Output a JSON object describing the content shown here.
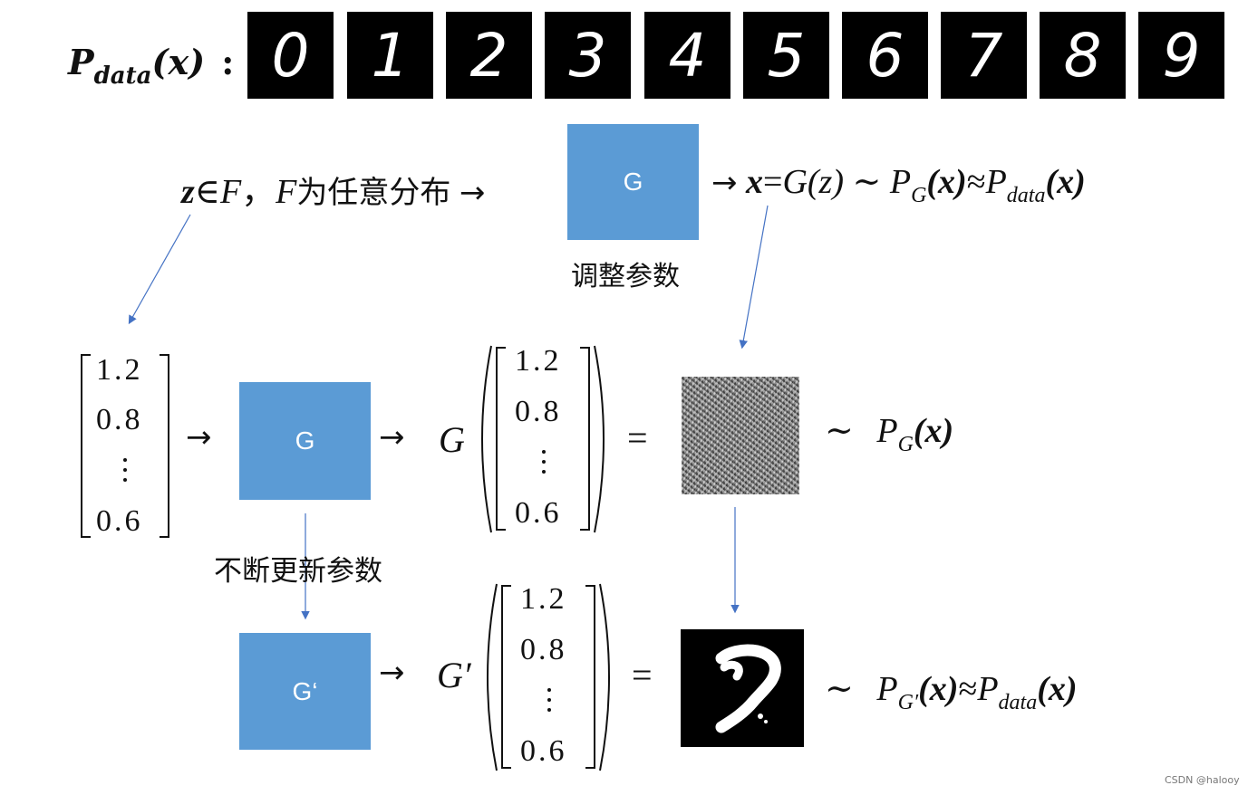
{
  "top": {
    "label_P": "P",
    "label_sub": "data",
    "label_arg": "(x)",
    "label_colon": ":",
    "digits": [
      "0",
      "1",
      "2",
      "3",
      "4",
      "5",
      "6",
      "7",
      "8",
      "9"
    ]
  },
  "row1": {
    "z": "z",
    "in": "∈",
    "F": "F",
    "comma": "，",
    "F2": "F",
    "desc": "为任意分布",
    "arrow_in": "→",
    "g_label": "G",
    "adjust": "调整参数",
    "arrow_out": "→",
    "formula_x": "x",
    "formula_eq": "=",
    "formula_G": "G",
    "formula_z": "(z)",
    "tilde": "∼",
    "P": "P",
    "P_sub": "G",
    "P_arg": "(x)",
    "approx": "≈",
    "P2": "P",
    "P2_sub": "data",
    "P2_arg": "(x)"
  },
  "row2": {
    "vec": [
      "1.2",
      "0.8",
      "0.6"
    ],
    "arrow1": "→",
    "g_label": "G",
    "arrow2": "→",
    "G": "G",
    "vec2": [
      "1.2",
      "0.8",
      "0.6"
    ],
    "eq": "=",
    "tilde": "∼",
    "P": "P",
    "P_sub": "G",
    "P_arg": "(x)",
    "update": "不断更新参数"
  },
  "row3": {
    "g_label": "G‘",
    "arrow": "→",
    "G": "G′",
    "vec": [
      "1.2",
      "0.8",
      "0.6"
    ],
    "eq": "=",
    "tilde": "∼",
    "P": "P",
    "P_sub": "G′",
    "P_arg": "(x)",
    "approx": "≈",
    "P2": "P",
    "P2_sub": "data",
    "P2_arg": "(x)"
  },
  "watermark": "CSDN @halooy",
  "colors": {
    "box": "#5b9bd5",
    "arrow": "#4472c4"
  }
}
